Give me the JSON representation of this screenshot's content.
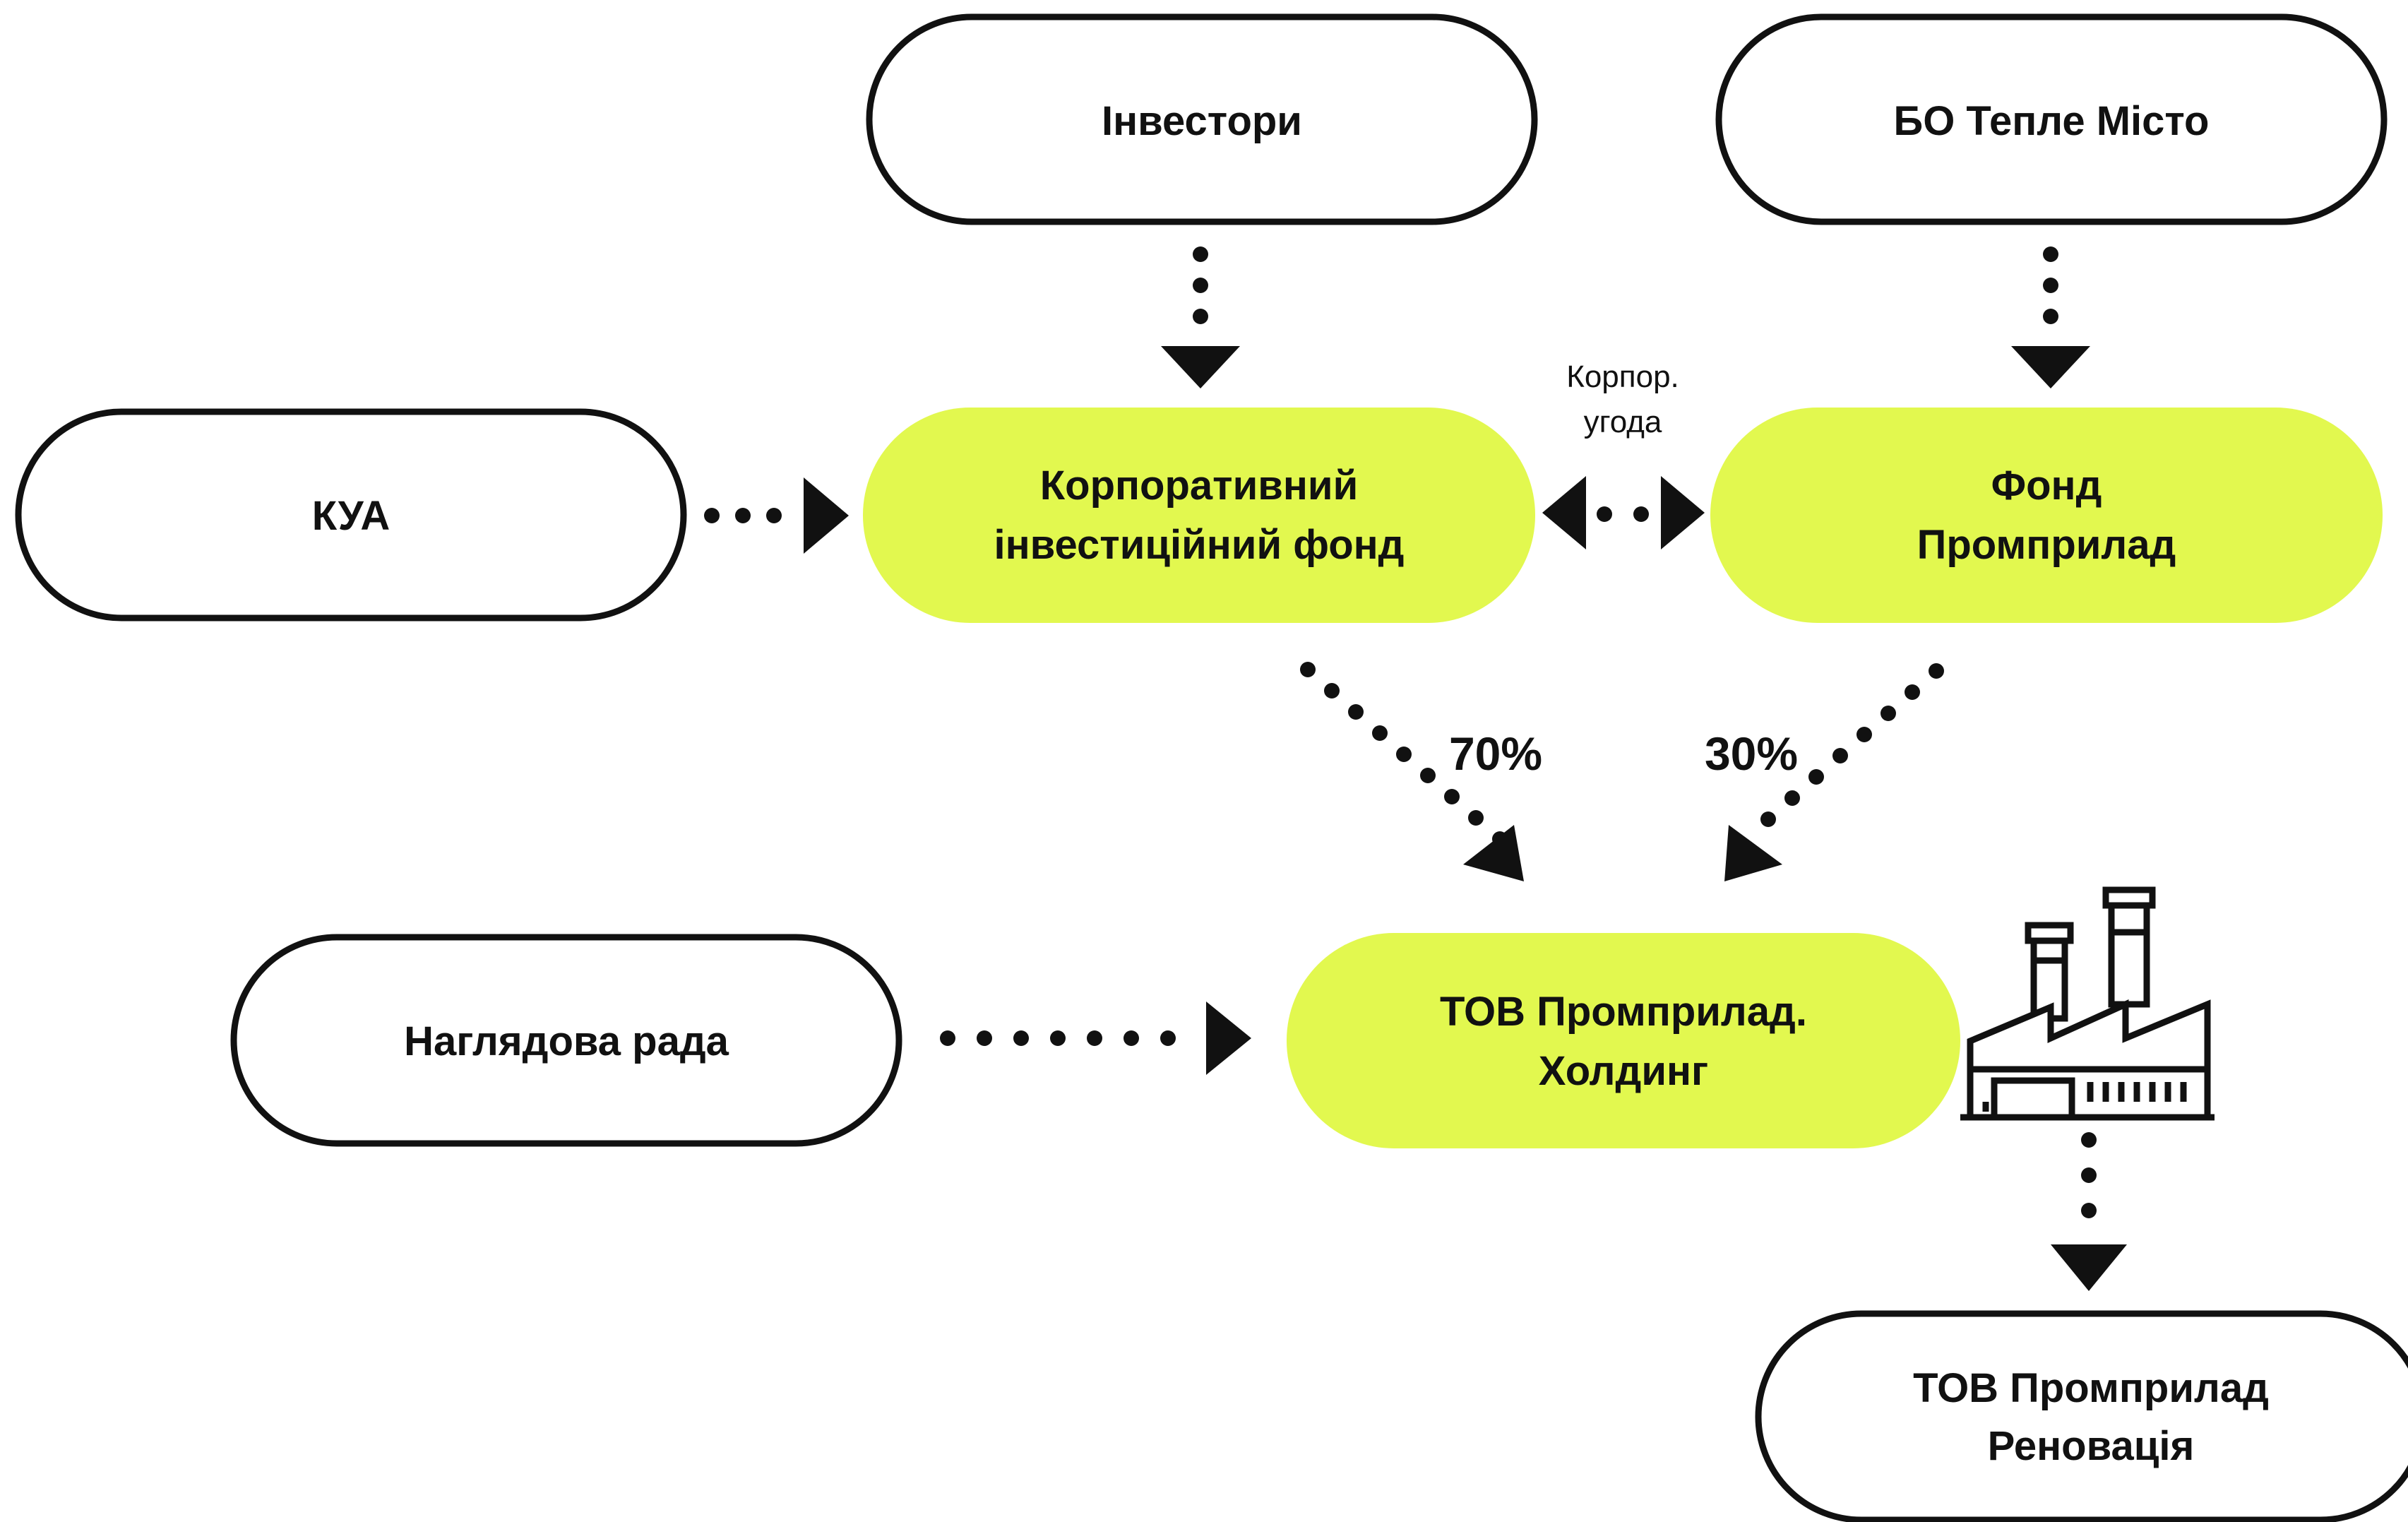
{
  "colors": {
    "accent": "#e2f84f",
    "stroke": "#111111",
    "background": "#ffffff"
  },
  "nodes": {
    "investors": {
      "label": "Інвестори"
    },
    "bo_teple_misto": {
      "label": "БО Тепле Місто"
    },
    "kua": {
      "label": "КУА"
    },
    "corporate_fund": {
      "line1": "Корпоративний",
      "line2": "інвестиційний фонд"
    },
    "fund_promprylad": {
      "line1": "Фонд",
      "line2": "Промприлад"
    },
    "supervisory_board": {
      "label": "Наглядова рада"
    },
    "holding": {
      "line1": "ТОВ Промприлад.",
      "line2": "Холдинг"
    },
    "renovation": {
      "line1": "ТОВ Промприлад",
      "line2": "Реновація"
    }
  },
  "edges": {
    "corporate_agreement": {
      "line1": "Корпор.",
      "line2": "угода"
    },
    "share_corporate_fund": "70%",
    "share_fund_promprylad": "30%"
  },
  "icons": {
    "factory": "factory-icon"
  }
}
